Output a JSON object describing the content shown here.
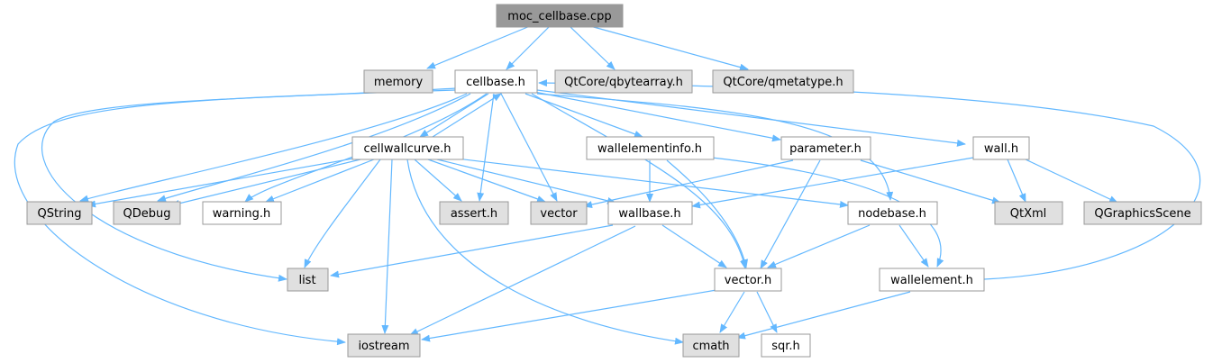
{
  "diagram": {
    "nodes": {
      "moc_cellbase": {
        "label": "moc_cellbase.cpp",
        "style": "root"
      },
      "memory": {
        "label": "memory",
        "style": "external"
      },
      "cellbase": {
        "label": "cellbase.h",
        "style": "header"
      },
      "qbytearray": {
        "label": "QtCore/qbytearray.h",
        "style": "external"
      },
      "qmetatype": {
        "label": "QtCore/qmetatype.h",
        "style": "external"
      },
      "cellwallcurve": {
        "label": "cellwallcurve.h",
        "style": "header"
      },
      "wallelementinfo": {
        "label": "wallelementinfo.h",
        "style": "header"
      },
      "parameter": {
        "label": "parameter.h",
        "style": "header"
      },
      "wall": {
        "label": "wall.h",
        "style": "header"
      },
      "qstring": {
        "label": "QString",
        "style": "external"
      },
      "qdebug": {
        "label": "QDebug",
        "style": "external"
      },
      "warning": {
        "label": "warning.h",
        "style": "header"
      },
      "assert": {
        "label": "assert.h",
        "style": "external"
      },
      "vector": {
        "label": "vector",
        "style": "external"
      },
      "wallbase": {
        "label": "wallbase.h",
        "style": "header"
      },
      "nodebase": {
        "label": "nodebase.h",
        "style": "header"
      },
      "qtxml": {
        "label": "QtXml",
        "style": "external"
      },
      "qgraphicsscene": {
        "label": "QGraphicsScene",
        "style": "external"
      },
      "list": {
        "label": "list",
        "style": "external"
      },
      "vectorh": {
        "label": "vector.h",
        "style": "header"
      },
      "wallelement": {
        "label": "wallelement.h",
        "style": "header"
      },
      "iostream": {
        "label": "iostream",
        "style": "external"
      },
      "cmath": {
        "label": "cmath",
        "style": "external"
      },
      "sqr": {
        "label": "sqr.h",
        "style": "header"
      }
    },
    "colors": {
      "root_fill": "#999999",
      "external_fill": "#e0e0e0",
      "header_fill": "#ffffff",
      "border": "#999999",
      "header_border": "#666666",
      "edge": "#63b8ff",
      "text": "#000000"
    }
  }
}
